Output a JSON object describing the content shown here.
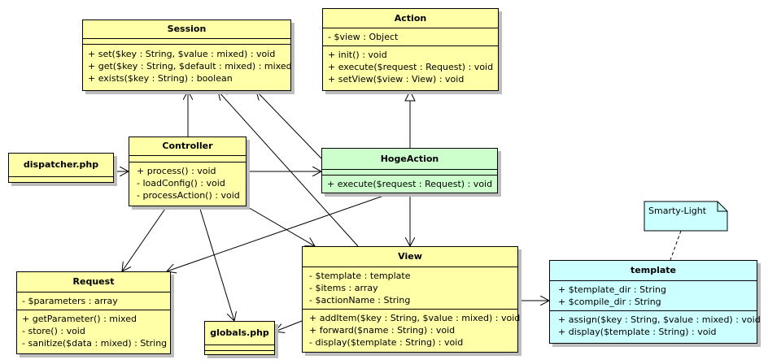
{
  "classes": {
    "session": {
      "name": "Session",
      "attributes": [],
      "operations": [
        "+ set($key : String, $value : mixed) : void",
        "+ get($key : String, $default : mixed) : mixed",
        "+ exists($key : String) : boolean"
      ]
    },
    "action": {
      "name": "Action",
      "attributes": [
        "- $view : Object"
      ],
      "operations": [
        "+ init() : void",
        "+ execute($request : Request) : void",
        "+ setView($view : View) : void"
      ]
    },
    "controller": {
      "name": "Controller",
      "attributes": [],
      "operations": [
        "+ process() : void",
        "- loadConfig() : void",
        "- processAction() : void"
      ]
    },
    "hogeaction": {
      "name": "HogeAction",
      "attributes": [],
      "operations": [
        "+ execute($request : Request) : void"
      ]
    },
    "request": {
      "name": "Request",
      "attributes": [
        "- $parameters : array"
      ],
      "operations": [
        "+ getParameter() : mixed",
        "- store() : void",
        "- sanitize($data : mixed) : String"
      ]
    },
    "view": {
      "name": "View",
      "attributes": [
        "- $template : template",
        "- $items : array",
        "- $actionName : String"
      ],
      "operations": [
        "+ addItem($key : String, $value : mixed) : void",
        "+ forward($name : String) : void",
        "- display($template : String) : void"
      ]
    },
    "template": {
      "name": "template",
      "attributes": [
        "+ $template_dir : String",
        "+ $compile_dir : String"
      ],
      "operations": [
        "+ assign($key : String, $value : mixed) : void",
        "+ display($template : String) : void"
      ]
    }
  },
  "files": {
    "dispatcher": "dispatcher.php",
    "globals": "globals.php"
  },
  "note": "Smarty-Light",
  "colors": {
    "class_fill": "#ffffa8",
    "hogeaction_fill": "#ccffcc",
    "template_fill": "#ccffff",
    "note_fill": "#ccffff",
    "shadow": "#bdbdbd"
  }
}
